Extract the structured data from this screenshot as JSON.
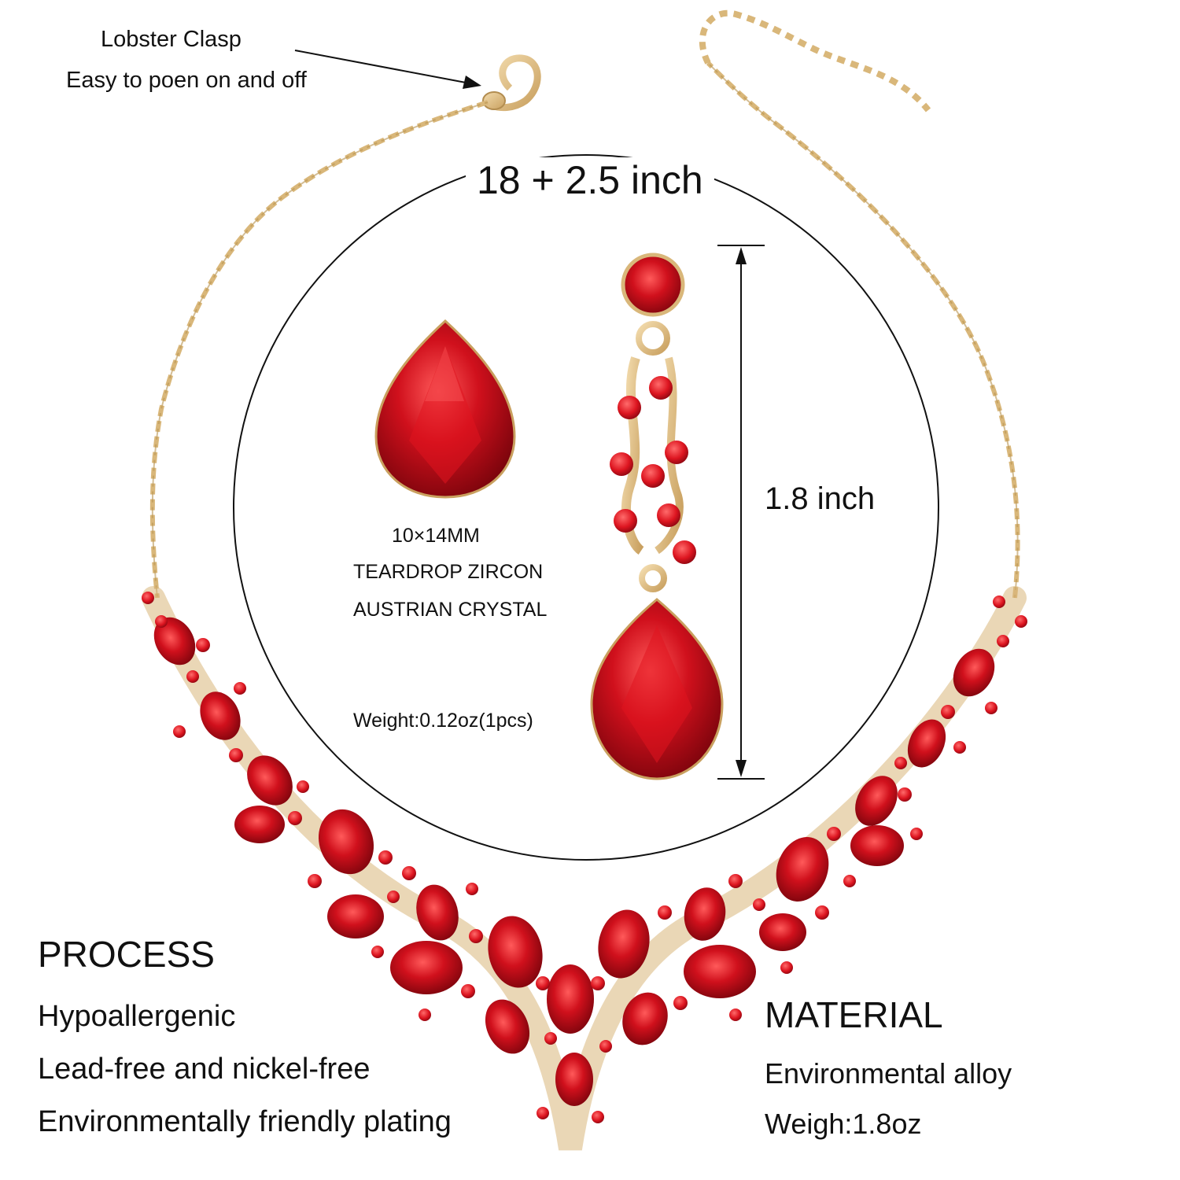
{
  "clasp": {
    "title": "Lobster Clasp",
    "subtitle": "Easy to poen on and off"
  },
  "necklace_length": "18 + 2.5  inch",
  "earring": {
    "length": "1.8 inch",
    "stone_size": "10×14MM",
    "stone_type": "TEARDROP ZIRCON",
    "crystal": "AUSTRIAN CRYSTAL",
    "weight": "Weight:0.12oz(1pcs)"
  },
  "process": {
    "heading": "PROCESS",
    "items": [
      "Hypoallergenic",
      "Lead-free and nickel-free",
      "Environmentally friendly plating"
    ]
  },
  "material": {
    "heading": "MATERIAL",
    "items": [
      "Environmental alloy",
      "Weigh:1.8oz"
    ]
  },
  "colors": {
    "gem_red": "#d0101c",
    "gem_dark": "#8a0610",
    "gold": "#d9b77a"
  }
}
